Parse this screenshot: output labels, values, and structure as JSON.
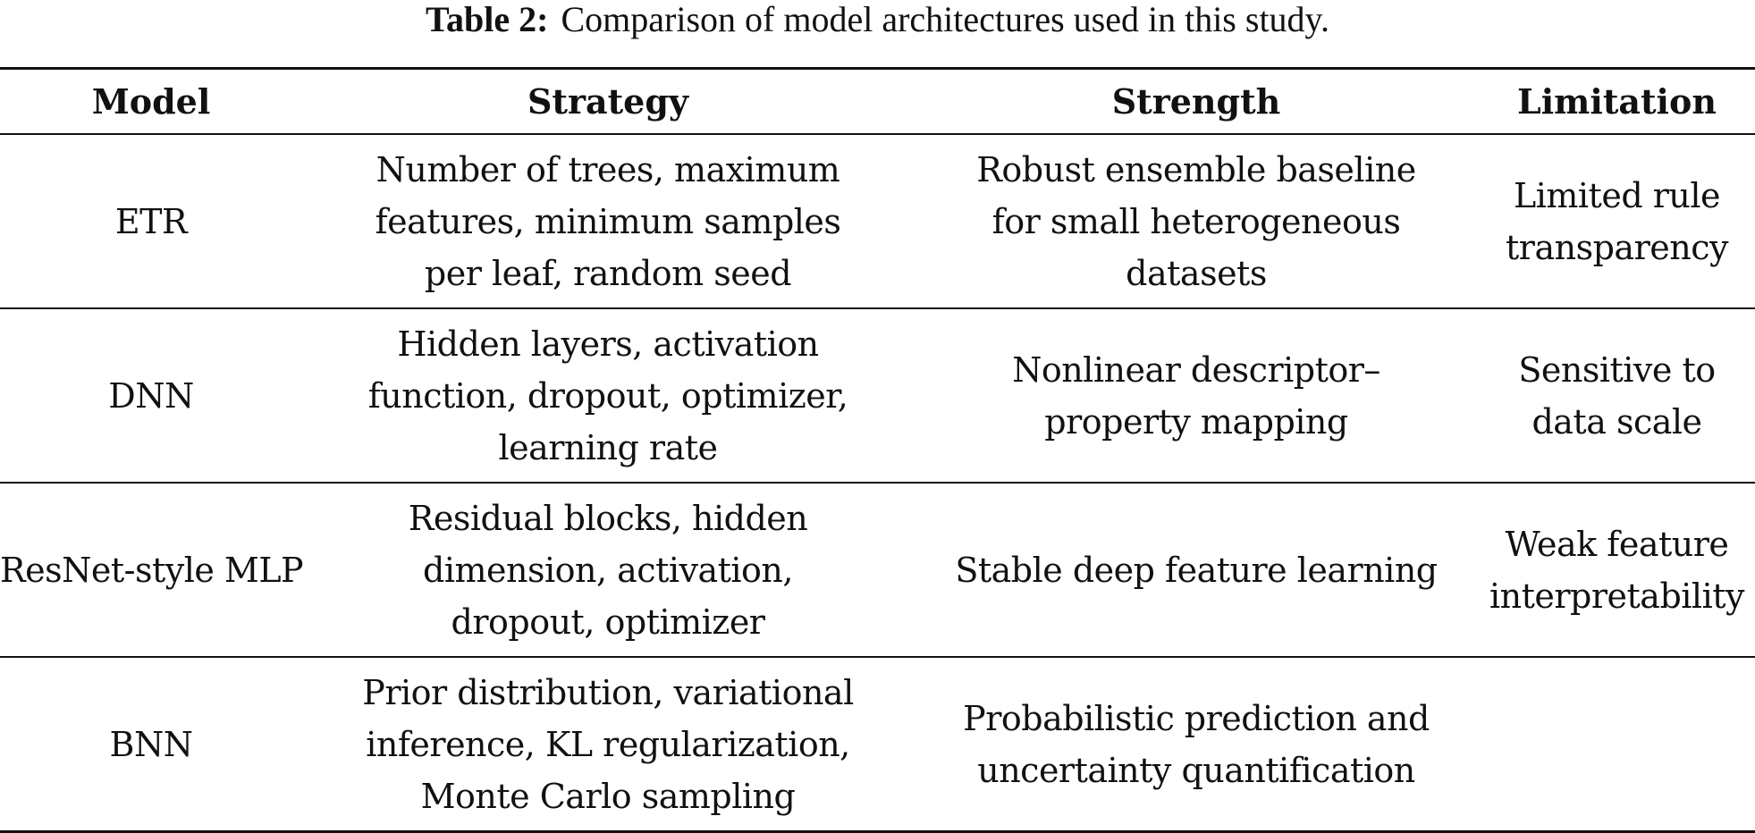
{
  "caption": {
    "label": "Table 2:",
    "text": "Comparison of model architectures used in this study."
  },
  "table": {
    "headers": [
      "Model",
      "Strategy",
      "Strength",
      "Limitation"
    ],
    "rows": [
      {
        "model": "ETR",
        "strategy": "Number of trees, maximum features, minimum samples per leaf, random seed",
        "strength": "Robust ensemble baseline for small heterogeneous datasets",
        "limitation": "Limited rule transparency"
      },
      {
        "model": "DNN",
        "strategy": "Hidden layers, activation function, dropout, optimizer, learning rate",
        "strength": "Nonlinear descriptor–property mapping",
        "limitation": "Sensitive to data scale"
      },
      {
        "model": "ResNet-style MLP",
        "strategy": "Residual blocks, hidden dimension, activation, dropout, optimizer",
        "strength": "Stable deep feature learning",
        "limitation": "Weak feature interpretability"
      },
      {
        "model": "BNN",
        "strategy": "Prior distribution, variational inference, KL regularization, Monte Carlo sampling",
        "strength": "Probabilistic prediction and uncertainty quantification",
        "limitation": ""
      }
    ]
  }
}
